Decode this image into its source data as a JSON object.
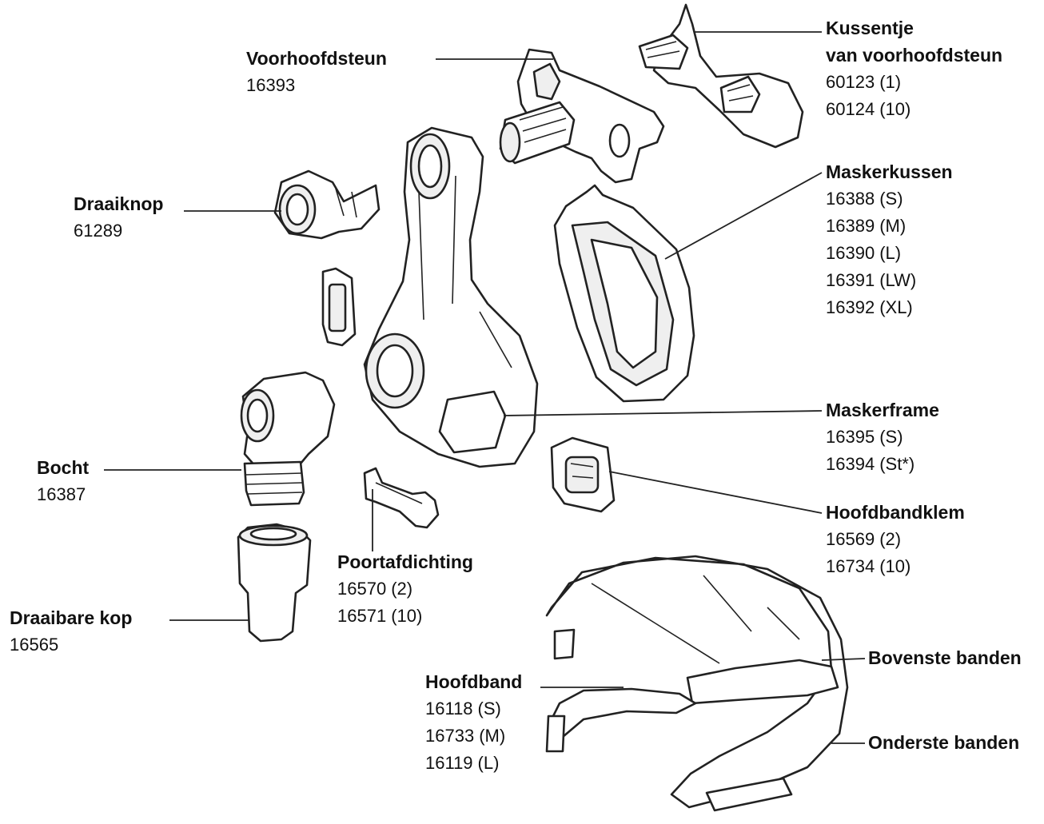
{
  "parts": {
    "forehead_support": {
      "title": "Voorhoofdsteun",
      "numbers": [
        {
          "code": "16393",
          "size": ""
        }
      ]
    },
    "forehead_cushion": {
      "title_lines": [
        "Kussentje",
        "van voorhoofdsteun"
      ],
      "numbers": [
        {
          "code": "60123",
          "size": "(1)"
        },
        {
          "code": "60124",
          "size": "(10)"
        }
      ]
    },
    "swivel_knob": {
      "title": "Draaiknop",
      "numbers": [
        {
          "code": "61289",
          "size": ""
        }
      ]
    },
    "mask_cushion": {
      "title": "Maskerkussen",
      "numbers": [
        {
          "code": "16388",
          "size": "(S)"
        },
        {
          "code": "16389",
          "size": "(M)"
        },
        {
          "code": "16390",
          "size": "(L)"
        },
        {
          "code": "16391",
          "size": "(LW)"
        },
        {
          "code": "16392",
          "size": "(XL)"
        }
      ]
    },
    "mask_frame": {
      "title": "Maskerframe",
      "numbers": [
        {
          "code": "16395",
          "size": "(S)"
        },
        {
          "code": "16394",
          "size": "(St*)"
        }
      ]
    },
    "elbow": {
      "title": "Bocht",
      "numbers": [
        {
          "code": "16387",
          "size": ""
        }
      ]
    },
    "headgear_clip": {
      "title": "Hoofdbandklem",
      "numbers": [
        {
          "code": "16569",
          "size": "(2)"
        },
        {
          "code": "16734",
          "size": "(10)"
        }
      ]
    },
    "port_seal": {
      "title": "Poortafdichting",
      "numbers": [
        {
          "code": "16570",
          "size": "(2)"
        },
        {
          "code": "16571",
          "size": "(10)"
        }
      ]
    },
    "swivel_cap": {
      "title": "Draaibare kop",
      "numbers": [
        {
          "code": "16565",
          "size": ""
        }
      ]
    },
    "upper_straps": {
      "title": "Bovenste banden"
    },
    "headgear": {
      "title": "Hoofdband",
      "numbers": [
        {
          "code": "16118",
          "size": "(S)"
        },
        {
          "code": "16733",
          "size": "(M)"
        },
        {
          "code": "16119",
          "size": "(L)"
        }
      ]
    },
    "lower_straps": {
      "title": "Onderste banden"
    }
  }
}
